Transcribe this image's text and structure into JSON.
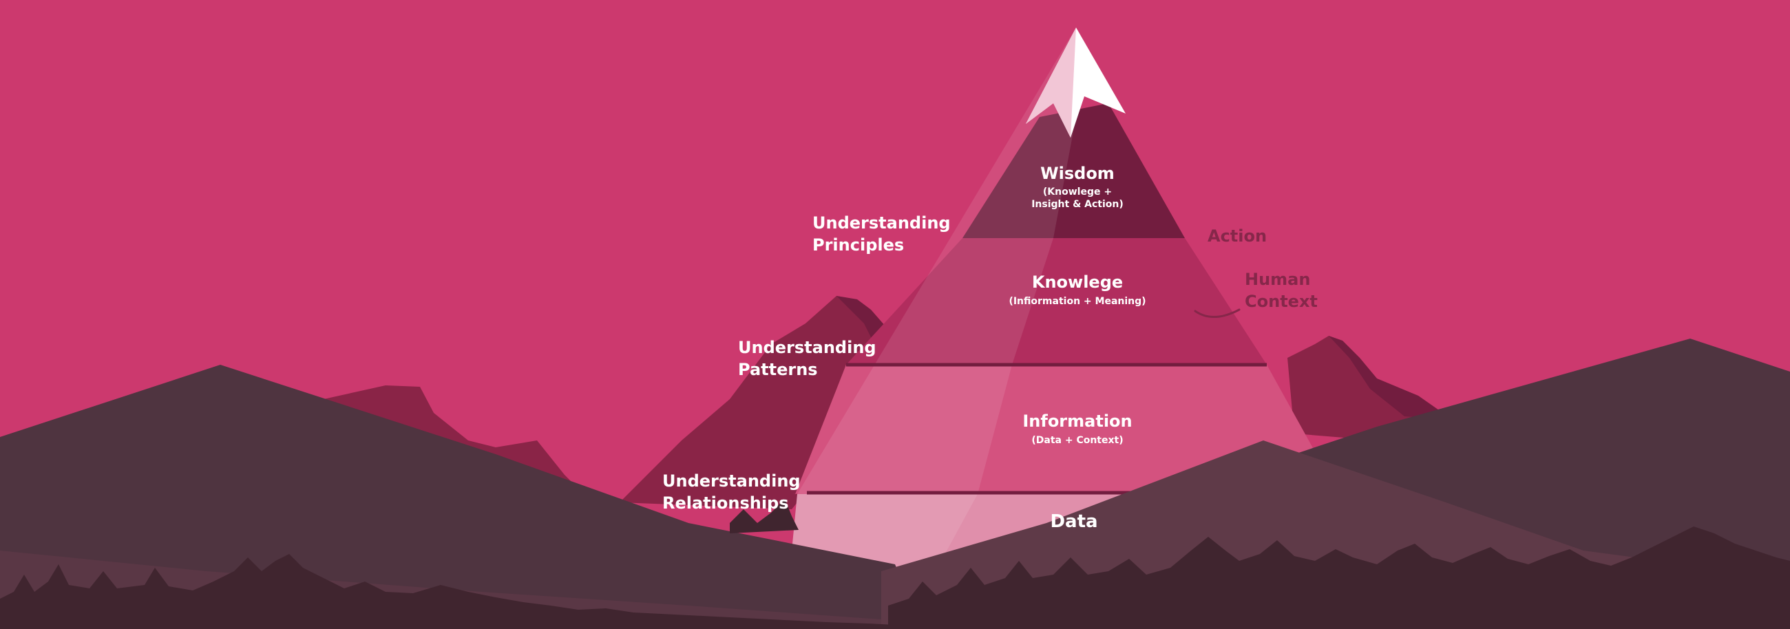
{
  "pyramid": {
    "levels": [
      {
        "title": "Wisdom",
        "subtitle_lines": [
          "(Knowlege +",
          "Insight & Action)"
        ]
      },
      {
        "title": "Knowlege",
        "subtitle_lines": [
          "(Infiormation + Meaning)"
        ]
      },
      {
        "title": "Information",
        "subtitle_lines": [
          "(Data + Context)"
        ]
      },
      {
        "title": "Data",
        "subtitle_lines": []
      }
    ]
  },
  "left_labels": {
    "principles": [
      "Understanding",
      "Principles"
    ],
    "patterns": [
      "Understanding",
      "Patterns"
    ],
    "relationships": [
      "Understanding",
      "Relationships"
    ]
  },
  "right_labels": {
    "action": "Action",
    "human_context": [
      "Human",
      "Context"
    ]
  },
  "colors": {
    "sky": "#cc396e",
    "wisdom": "#721d3f",
    "knowledge": "#b12d5e",
    "information": "#d4527f",
    "data": "#e08fab",
    "snow": "#ffffff",
    "back_mountains": "#8a2447",
    "hills": "#4f3440",
    "hills_mid": "#5f3a48",
    "trees": "#40252f",
    "accent_text": "#86274a"
  }
}
